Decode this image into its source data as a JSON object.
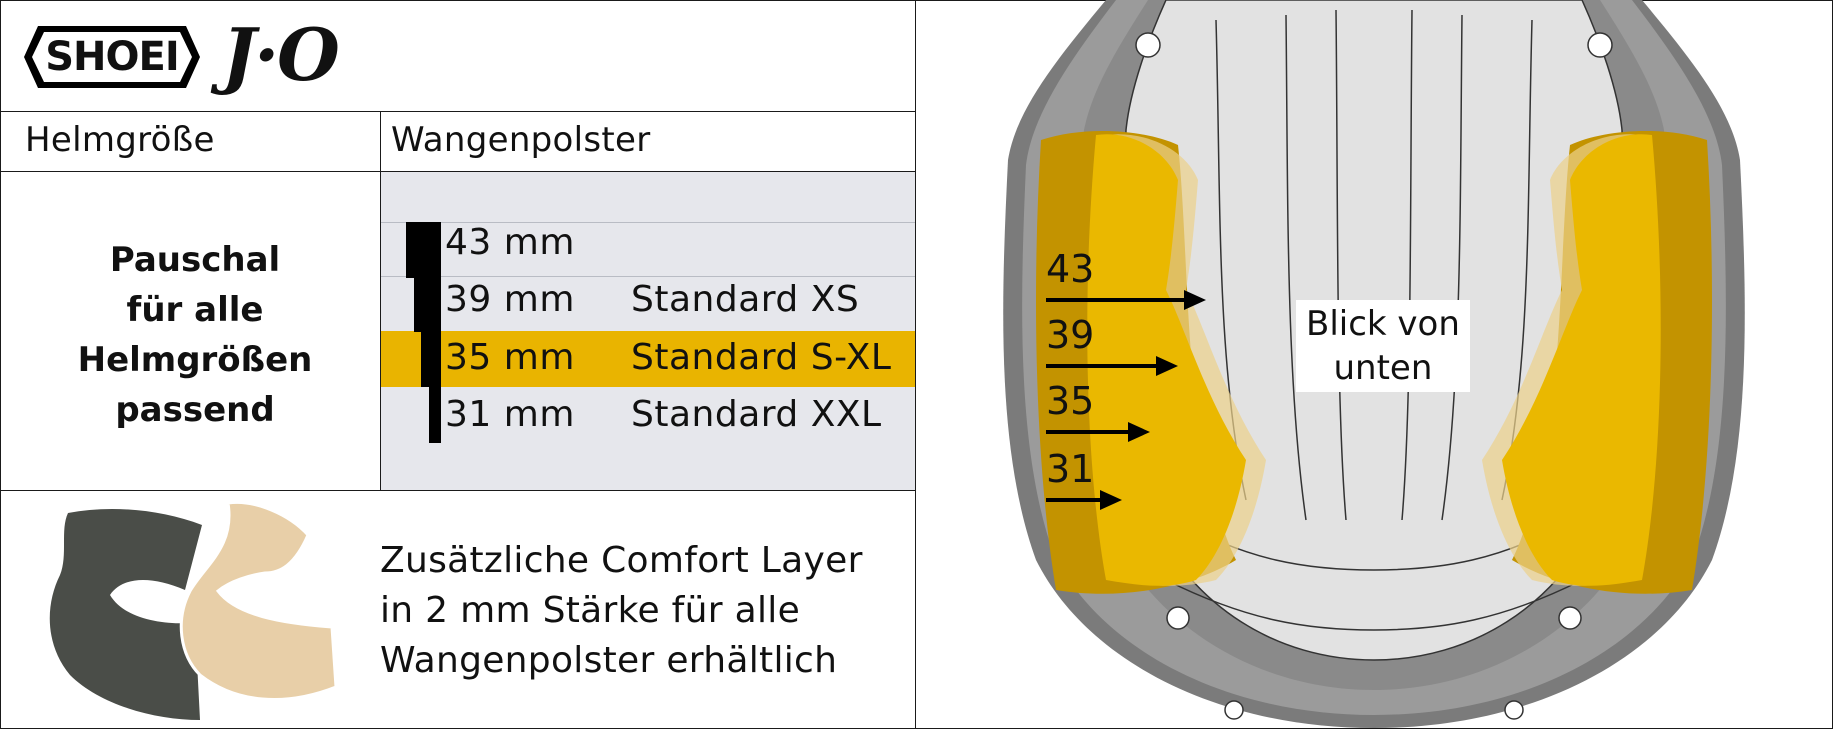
{
  "brand": {
    "logo_text": "SHOEI",
    "model_logo_text": "J·O"
  },
  "table": {
    "header_size": "Helmgröße",
    "header_pads": "Wangenpolster",
    "size_note": [
      "Pauschal",
      "für alle",
      "Helmgrößen",
      "passend"
    ],
    "rows": [
      {
        "thickness": "43 mm",
        "standard": "",
        "highlighted": false
      },
      {
        "thickness": "39 mm",
        "standard": "Standard XS",
        "highlighted": false
      },
      {
        "thickness": "35 mm",
        "standard": "Standard S-XL",
        "highlighted": true
      },
      {
        "thickness": "31 mm",
        "standard": "Standard XXL",
        "highlighted": false
      }
    ]
  },
  "comfort_layer": {
    "lines": [
      "Zusätzliche Comfort Layer",
      "in 2 mm Stärke für alle",
      "Wangenpolster erhältlich"
    ]
  },
  "diagram": {
    "arrow_labels": [
      "43",
      "39",
      "35",
      "31"
    ],
    "view_label": [
      "Blick von",
      "unten"
    ]
  },
  "colors": {
    "highlight": "#e9b400",
    "table_bg": "#e6e7ec",
    "pad_dark": "#c39300",
    "pad_light": "#eab800"
  }
}
